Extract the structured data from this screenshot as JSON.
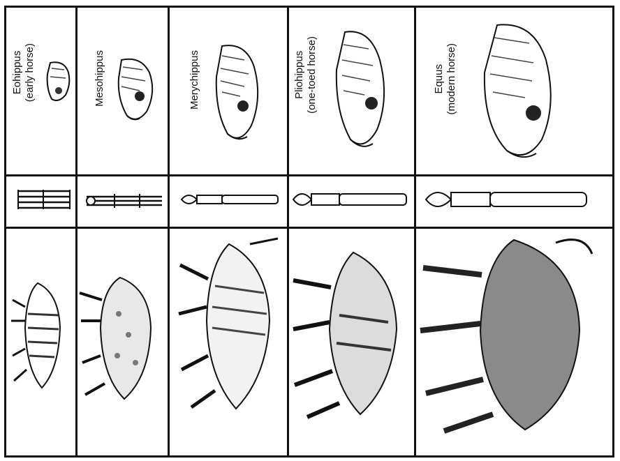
{
  "species": [
    {
      "name": "Eohippus",
      "note": "(early horse)"
    },
    {
      "name": "Mesohippus",
      "note": ""
    },
    {
      "name": "Merychippus",
      "note": ""
    },
    {
      "name": "Pliohippus",
      "note": "(one-toed horse)"
    },
    {
      "name": "Equus",
      "note": "(modern horse)"
    }
  ],
  "rows": [
    "skull",
    "foot",
    "body"
  ],
  "colors": {
    "line": "#111111",
    "shade": "#6e6e6e",
    "fill": "#ffffff"
  }
}
